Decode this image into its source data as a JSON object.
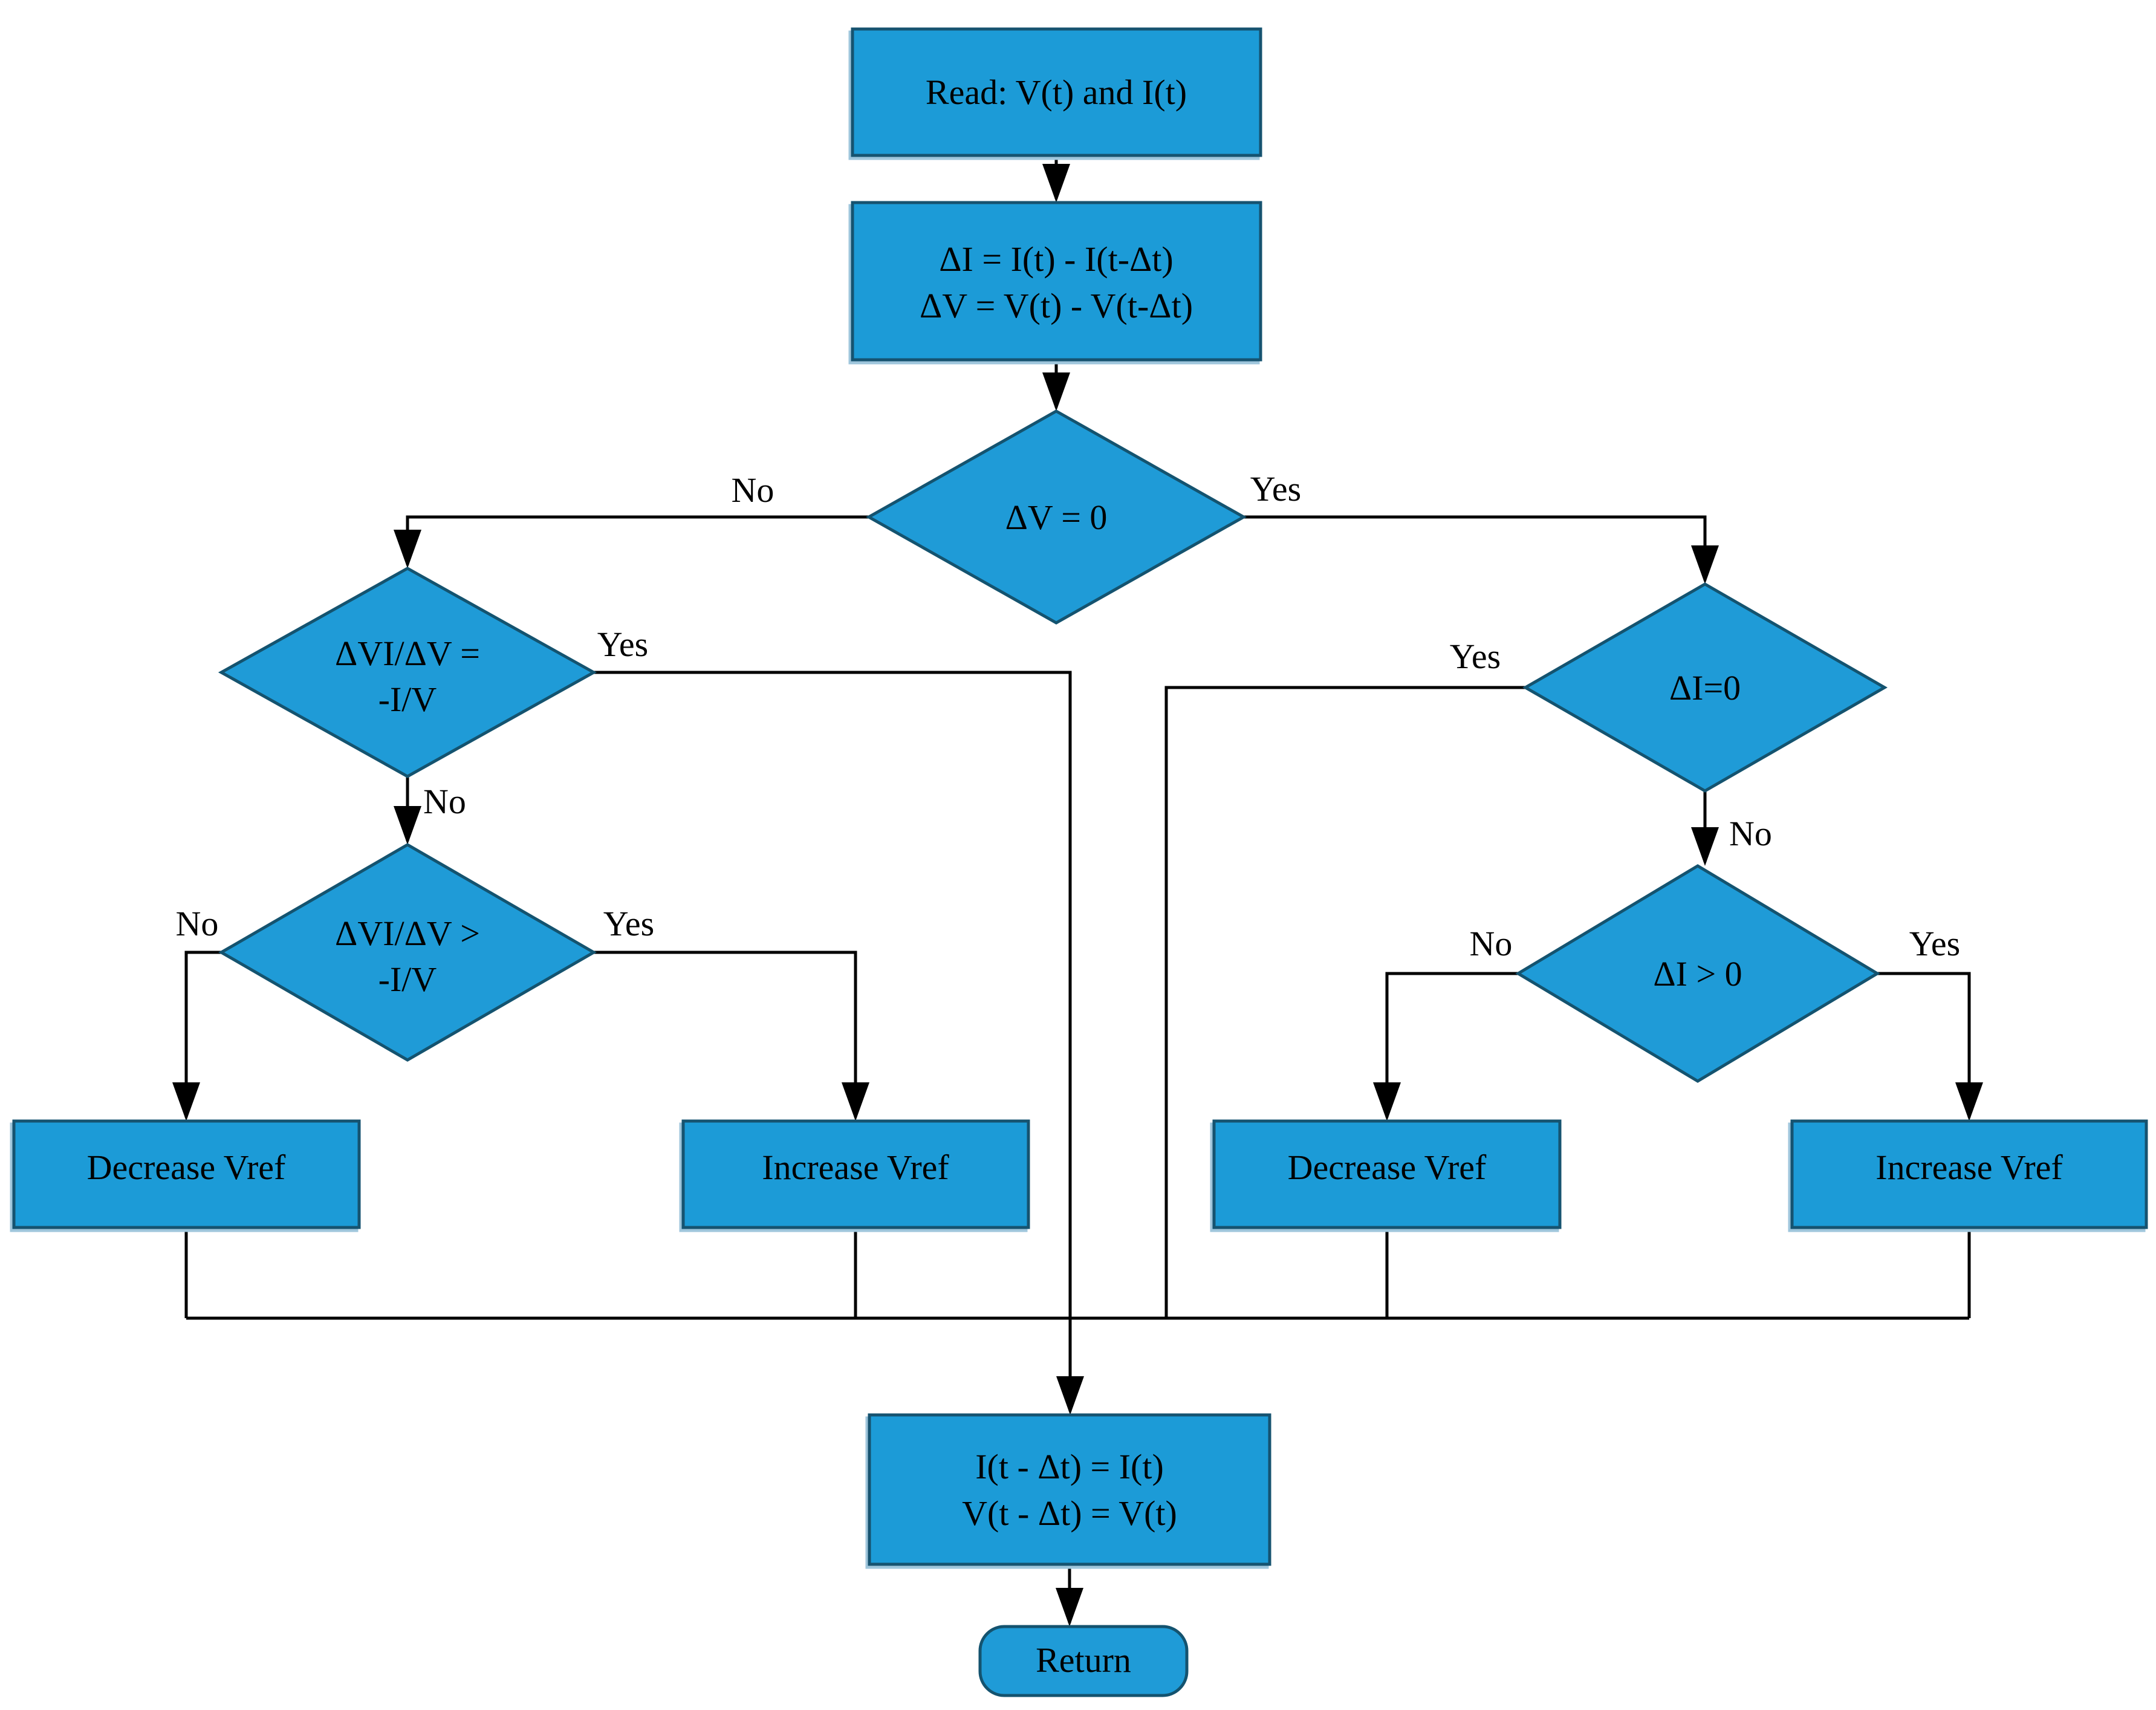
{
  "colors": {
    "node_fill": "#1F9BD7",
    "node_stroke": "#14536F",
    "connector": "#000000",
    "text": "#000000"
  },
  "nodes": {
    "read": {
      "label": "Read: V(t) and I(t)"
    },
    "delta_calc": {
      "line1": "ΔI = I(t) - I(t-Δt)",
      "line2": "ΔV = V(t) - V(t-Δt)"
    },
    "delta_v_zero": {
      "label": "ΔV = 0"
    },
    "didv_equal": {
      "line1": "ΔVI/ΔV =",
      "line2": "-I/V"
    },
    "didv_greater": {
      "line1": "ΔVI/ΔV >",
      "line2": "-I/V"
    },
    "delta_i_zero": {
      "label": "ΔI=0"
    },
    "delta_i_greater": {
      "label": "ΔI > 0"
    },
    "decrease_vref_left": {
      "label": "Decrease Vref"
    },
    "increase_vref_left": {
      "label": "Increase Vref"
    },
    "decrease_vref_right": {
      "label": "Decrease Vref"
    },
    "increase_vref_right": {
      "label": "Increase Vref"
    },
    "update_history": {
      "line1": "I(t - Δt) = I(t)",
      "line2": "V(t - Δt) = V(t)"
    },
    "return_node": {
      "label": "Return"
    }
  },
  "edge_labels": {
    "dv_no": "No",
    "dv_yes": "Yes",
    "didv_eq_yes": "Yes",
    "didv_eq_no": "No",
    "didv_gt_no": "No",
    "didv_gt_yes": "Yes",
    "di_zero_yes": "Yes",
    "di_zero_no": "No",
    "di_gt_no": "No",
    "di_gt_yes": "Yes"
  }
}
